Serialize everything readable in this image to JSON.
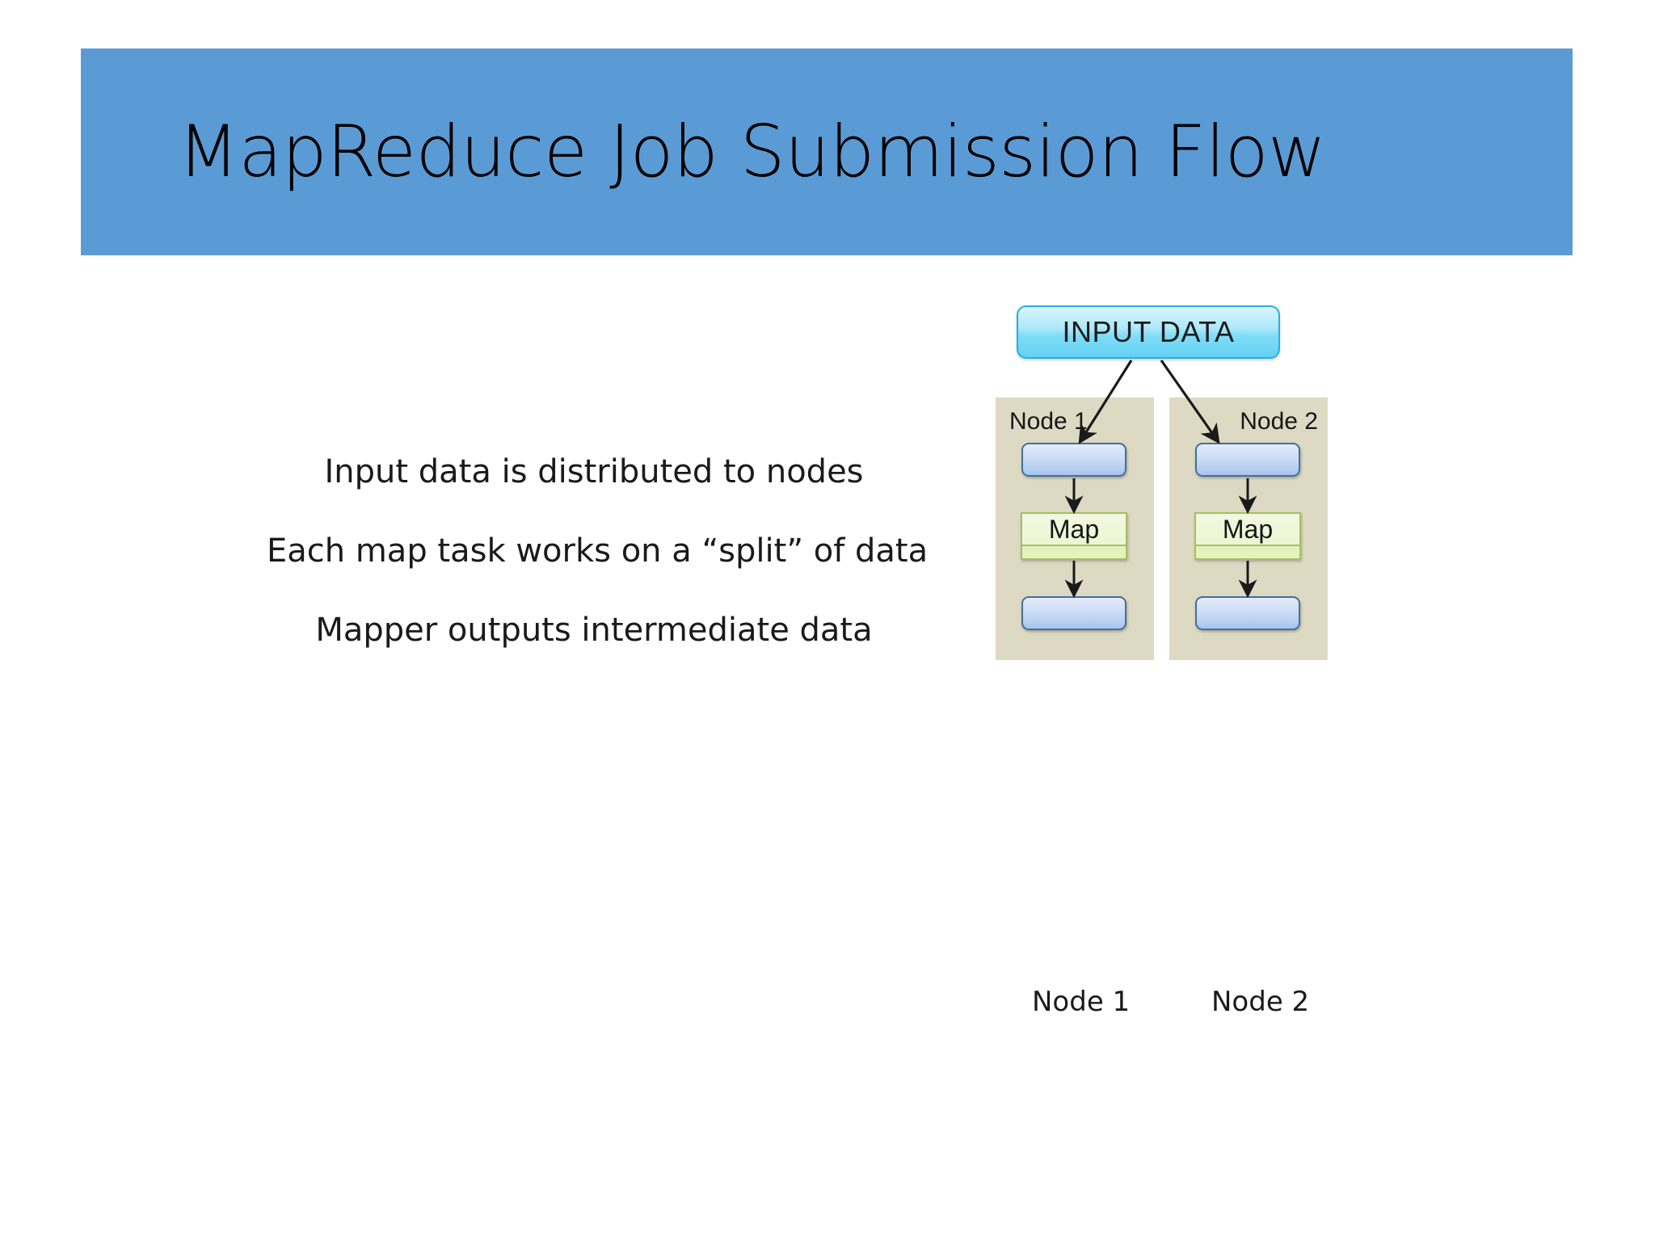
{
  "slide": {
    "title": "MapReduce Job Submission Flow",
    "banner_color": "#5B9BD5",
    "background_color": "#FFFFFF"
  },
  "body": {
    "lines": [
      "Input data is distributed to nodes",
      "Each map task works on a “split” of data",
      "Mapper outputs intermediate data"
    ]
  },
  "diagram": {
    "input_data": {
      "label": "INPUT DATA",
      "fill_color": "#8FE2F7",
      "border_color": "#29AEE3"
    },
    "panel_color": "#DDD9C3",
    "nodes": [
      {
        "caption": "Node 1",
        "top_box_label": "",
        "map_label": "Map",
        "bottom_box_label": "",
        "box_fill_color": "#C6D9F1",
        "box_border_color": "#41719C",
        "map_fill_color": "#E9F5CC",
        "map_border_color": "#A6BF5F"
      },
      {
        "caption": "Node 2",
        "top_box_label": "",
        "map_label": "Map",
        "bottom_box_label": "",
        "box_fill_color": "#C6D9F1",
        "box_border_color": "#41719C",
        "map_fill_color": "#E9F5CC",
        "map_border_color": "#A6BF5F"
      }
    ]
  },
  "bottom_labels": [
    "Node 1",
    "Node 2"
  ]
}
